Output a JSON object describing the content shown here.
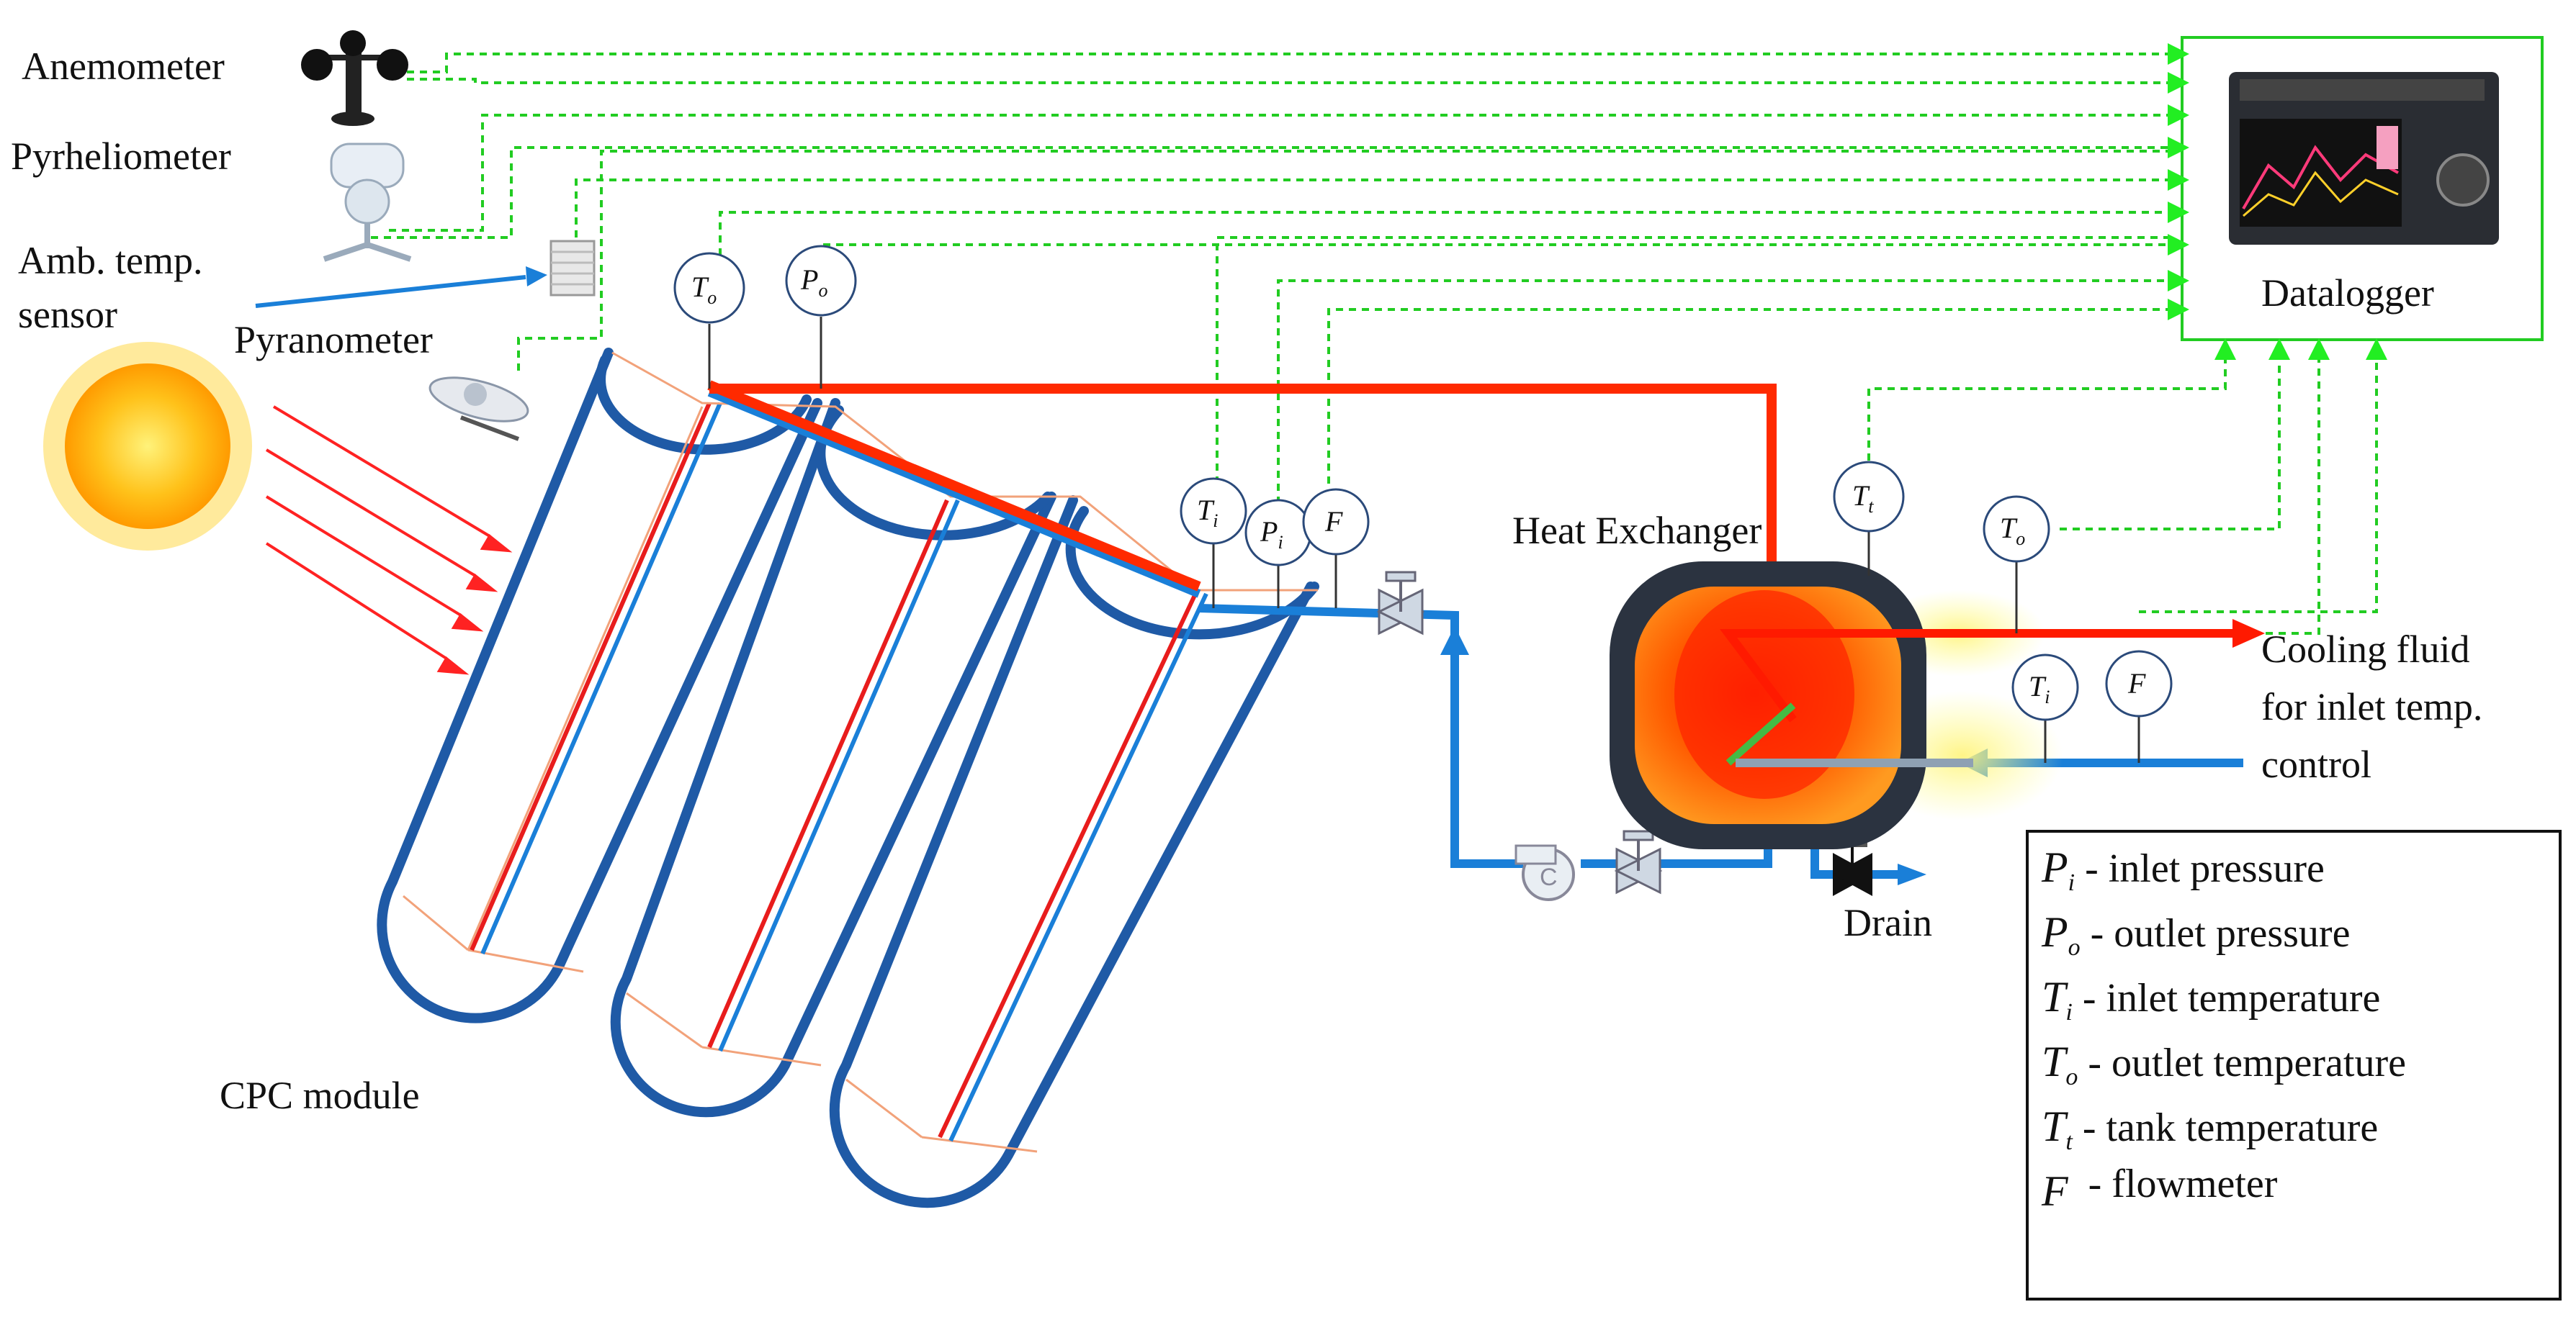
{
  "sensors": {
    "anemometer": "Anemometer",
    "pyrheliometer": "Pyrheliometer",
    "amb_temp_line1": "Amb. temp.",
    "amb_temp_line2": "sensor",
    "pyranometer": "Pyranometer"
  },
  "components": {
    "datalogger": "Datalogger",
    "heat_exchanger": "Heat Exchanger",
    "cpc_module": "CPC module",
    "drain": "Drain",
    "cooling_line1": "Cooling fluid",
    "cooling_line2": "for inlet temp.",
    "cooling_line3": "control"
  },
  "gauges": {
    "T": "T",
    "P": "P",
    "F": "F",
    "sub_o": "o",
    "sub_i": "i",
    "sub_t": "t"
  },
  "legend": [
    {
      "sym": "P",
      "sub": "i",
      "text": " - inlet pressure"
    },
    {
      "sym": "P",
      "sub": "o",
      "text": " - outlet pressure"
    },
    {
      "sym": "T",
      "sub": "i",
      "text": " - inlet temperature"
    },
    {
      "sym": "T",
      "sub": "o",
      "text": " - outlet temperature"
    },
    {
      "sym": "T",
      "sub": "t",
      "text": " - tank temperature"
    },
    {
      "sym": "F",
      "sub": "",
      "text": "  - flowmeter"
    }
  ],
  "colors": {
    "hot_line": "#ff2a00",
    "cold_line": "#1a7fd8",
    "signal_line": "#22cc22",
    "tube": "#1f5aa6"
  }
}
